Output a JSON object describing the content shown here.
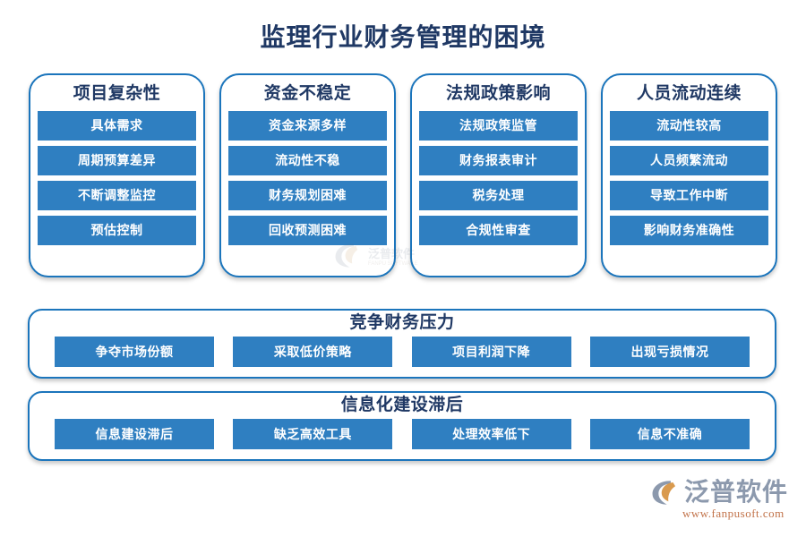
{
  "title": "监理行业财务管理的困境",
  "theme": {
    "title_color": "#1F3864",
    "accent_blue": "#2F7FC1",
    "border_blue": "#1B75BC",
    "chip_text": "#FFFFFF",
    "background": "#FFFFFF"
  },
  "columns": [
    {
      "heading": "项目复杂性",
      "items": [
        "具体需求",
        "周期预算差异",
        "不断调整监控",
        "预估控制"
      ]
    },
    {
      "heading": "资金不稳定",
      "items": [
        "资金来源多样",
        "流动性不稳",
        "财务规划困难",
        "回收预测困难"
      ]
    },
    {
      "heading": "法规政策影响",
      "items": [
        "法规政策监管",
        "财务报表审计",
        "税务处理",
        "合规性审查"
      ]
    },
    {
      "heading": "人员流动连续",
      "items": [
        "流动性较高",
        "人员频繁流动",
        "导致工作中断",
        "影响财务准确性"
      ]
    }
  ],
  "wide_rows": [
    {
      "heading": "竞争财务压力",
      "items": [
        "争夺市场份额",
        "采取低价策略",
        "项目利润下降",
        "出现亏损情况"
      ]
    },
    {
      "heading": "信息化建设滞后",
      "items": [
        "信息建设滞后",
        "缺乏高效工具",
        "处理效率低下",
        "信息不准确"
      ]
    }
  ],
  "watermark": {
    "text": "泛普软件",
    "sub": "FANPU SOFTWARE"
  },
  "logo": {
    "name": "泛普软件",
    "url": "www.fanpusoft.com"
  }
}
